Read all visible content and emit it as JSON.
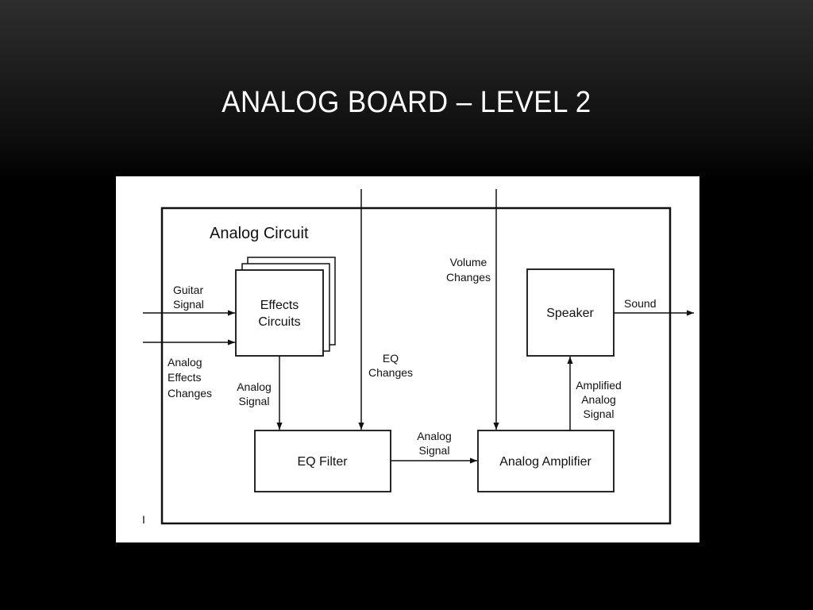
{
  "slide": {
    "title": "ANALOG BOARD – LEVEL 2"
  },
  "diagram": {
    "container_label": "Analog Circuit",
    "blocks": {
      "effects": [
        "Effects",
        "Circuits"
      ],
      "eq_filter": "EQ Filter",
      "amplifier": "Analog Amplifier",
      "speaker": "Speaker"
    },
    "signals": {
      "guitar": [
        "Guitar",
        "Signal"
      ],
      "analog_effects": [
        "Analog",
        "Effects",
        "Changes"
      ],
      "effects_to_eq": [
        "Analog",
        "Signal"
      ],
      "eq_changes": [
        "EQ",
        "Changes"
      ],
      "volume_changes": [
        "Volume",
        "Changes"
      ],
      "eq_to_amp": [
        "Analog",
        "Signal"
      ],
      "amp_to_speaker": [
        "Amplified",
        "Analog",
        "Signal"
      ],
      "sound": "Sound"
    },
    "corner_mark": "I"
  }
}
